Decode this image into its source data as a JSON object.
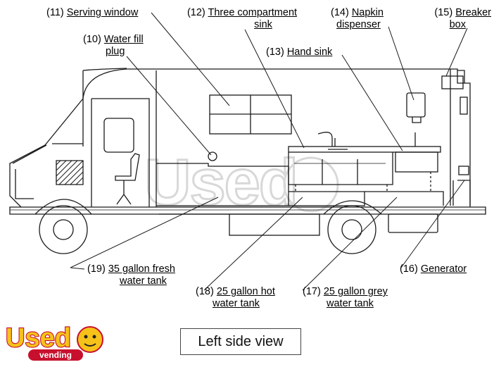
{
  "labels": {
    "l11": {
      "num": "(11)",
      "text": "Serving window"
    },
    "l12": {
      "num": "(12)",
      "text1": "Three compartment",
      "text2": "sink"
    },
    "l14": {
      "num": "(14)",
      "text1": "Napkin",
      "text2": "dispenser"
    },
    "l15": {
      "num": "(15)",
      "text1": "Breaker",
      "text2": "box"
    },
    "l10": {
      "num": "(10)",
      "text1": "Water fill",
      "text2": "plug"
    },
    "l13": {
      "num": "(13)",
      "text": "Hand sink"
    },
    "l19": {
      "num": "(19)",
      "text1": "35 gallon fresh",
      "text2": "water tank"
    },
    "l18": {
      "num": "(18)",
      "text1": "25 gallon hot",
      "text2": "water tank"
    },
    "l17": {
      "num": "(17)",
      "text1": "25 gallon grey",
      "text2": "water tank"
    },
    "l16": {
      "num": "(16)",
      "text": "Generator"
    }
  },
  "caption": "Left side view",
  "watermark": "Used",
  "logo": {
    "word1": "Used",
    "word2": "vending"
  },
  "colors": {
    "line": "#1a1a1a",
    "watermark": "#d9d9d9",
    "logo_yellow": "#f6c21a",
    "logo_red": "#c8102e"
  }
}
